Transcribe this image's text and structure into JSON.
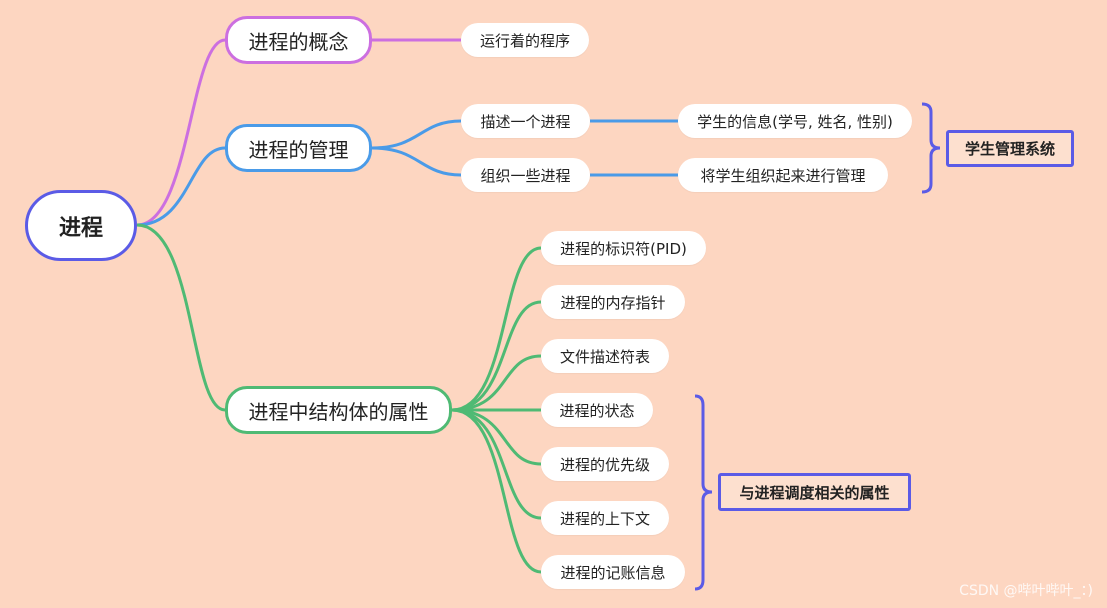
{
  "root": {
    "label": "进程"
  },
  "branches": {
    "concept": {
      "label": "进程的概念",
      "color": "#cc6fe0",
      "children": [
        "运行着的程序"
      ]
    },
    "management": {
      "label": "进程的管理",
      "color": "#4a9be8",
      "children": [
        "描述一个进程",
        "组织一些进程"
      ],
      "grandchildren": [
        "学生的信息(学号, 姓名, 性别)",
        "将学生组织起来进行管理"
      ]
    },
    "attributes": {
      "label": "进程中结构体的属性",
      "color": "#4fba74",
      "children": [
        "进程的标识符(PID)",
        "进程的内存指针",
        "文件描述符表",
        "进程的状态",
        "进程的优先级",
        "进程的上下文",
        "进程的记账信息"
      ]
    }
  },
  "summaries": {
    "management": "学生管理系统",
    "scheduling": "与进程调度相关的属性"
  },
  "bracket_color": "#5b5be6",
  "watermark": "CSDN @哔叶哔叶_：)"
}
